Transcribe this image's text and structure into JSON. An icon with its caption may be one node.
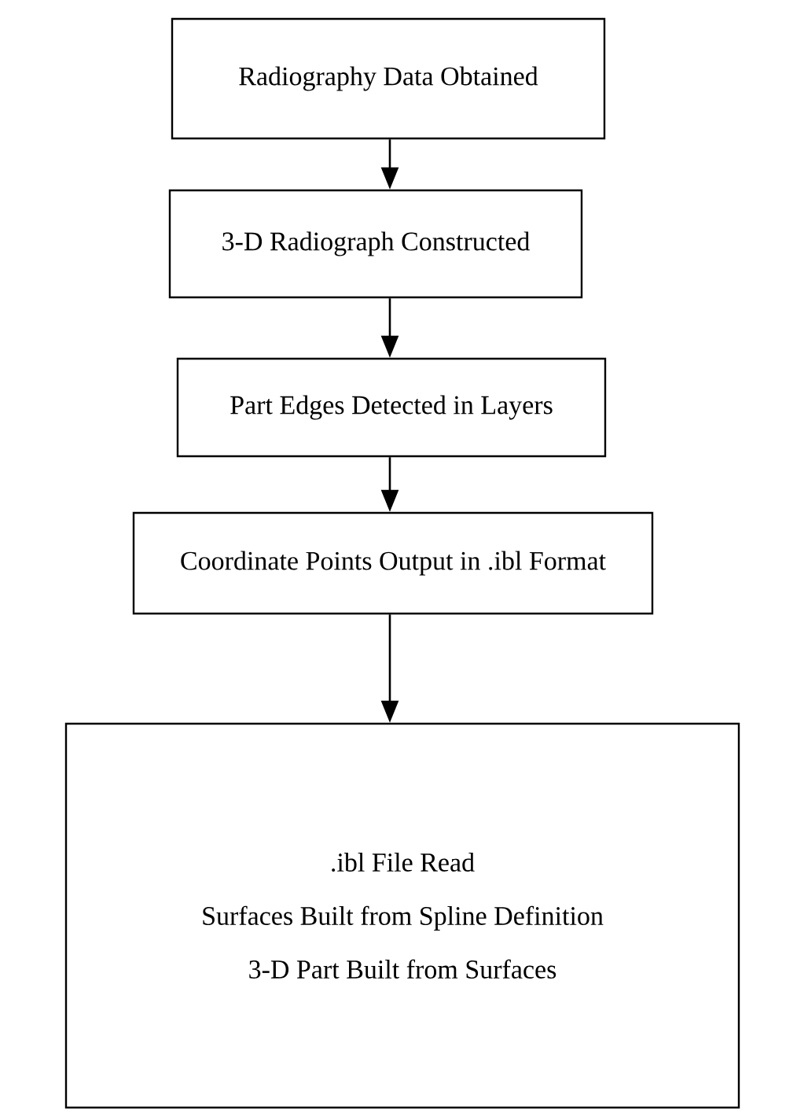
{
  "diagram": {
    "nodes": [
      {
        "text": [
          "Radiography  Data Obtained"
        ]
      },
      {
        "text": [
          "3-D Radiograph Constructed"
        ]
      },
      {
        "text": [
          "Part Edges Detected in Layers"
        ]
      },
      {
        "text": [
          "Coordinate Points Output in .ibl Format"
        ]
      },
      {
        "text": [
          ".ibl File Read",
          "Surfaces Built from Spline Definition",
          "3-D Part Built from Surfaces"
        ]
      }
    ],
    "edges": [
      {
        "from": 0,
        "to": 1,
        "arrow": "to"
      },
      {
        "from": 1,
        "to": 2,
        "arrow": "to"
      },
      {
        "from": 2,
        "to": 3,
        "arrow": "to"
      },
      {
        "from": 3,
        "to": 4,
        "arrow": "to"
      }
    ]
  }
}
